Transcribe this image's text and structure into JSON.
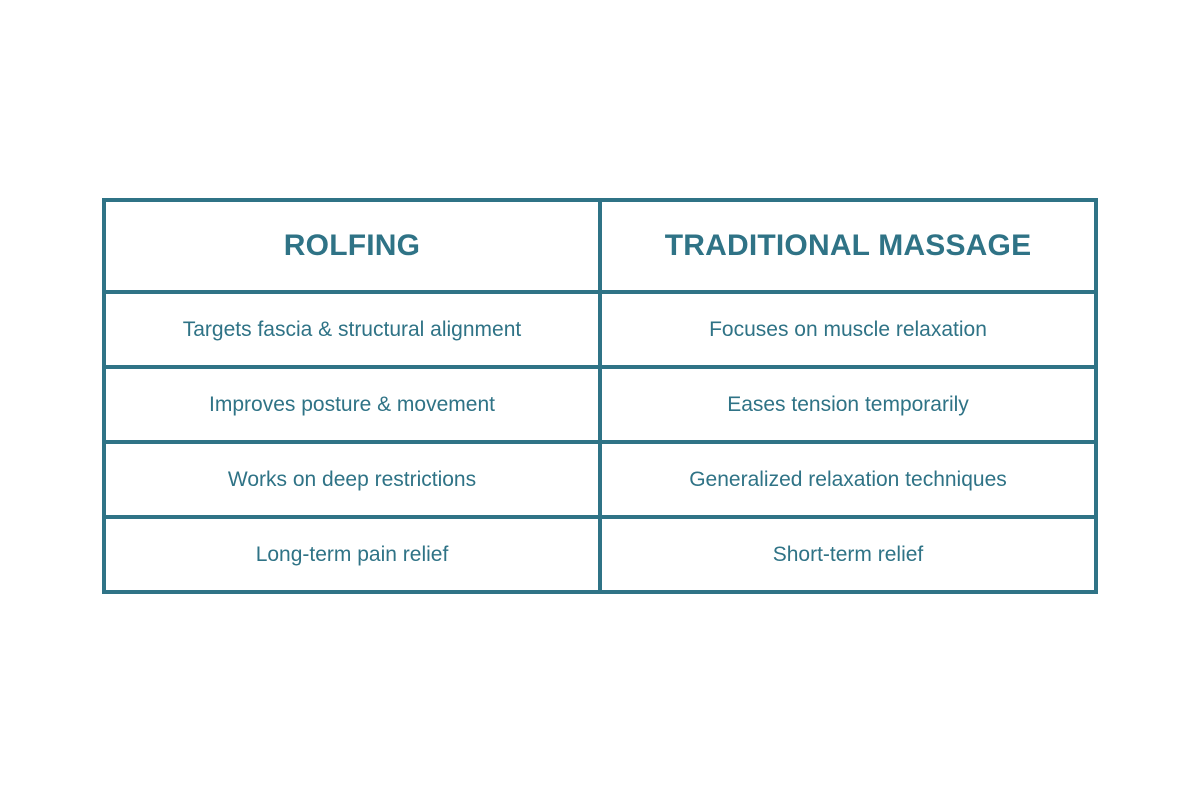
{
  "table": {
    "headers": [
      "ROLFING",
      "TRADITIONAL MASSAGE"
    ],
    "rows": [
      [
        "Targets fascia & structural alignment",
        "Focuses on muscle relaxation"
      ],
      [
        "Improves posture & movement",
        "Eases tension temporarily"
      ],
      [
        "Works on deep restrictions",
        "Generalized relaxation techniques"
      ],
      [
        "Long-term pain relief",
        "Short-term relief"
      ]
    ]
  },
  "colors": {
    "accent": "#2f7386",
    "background": "#ffffff"
  }
}
